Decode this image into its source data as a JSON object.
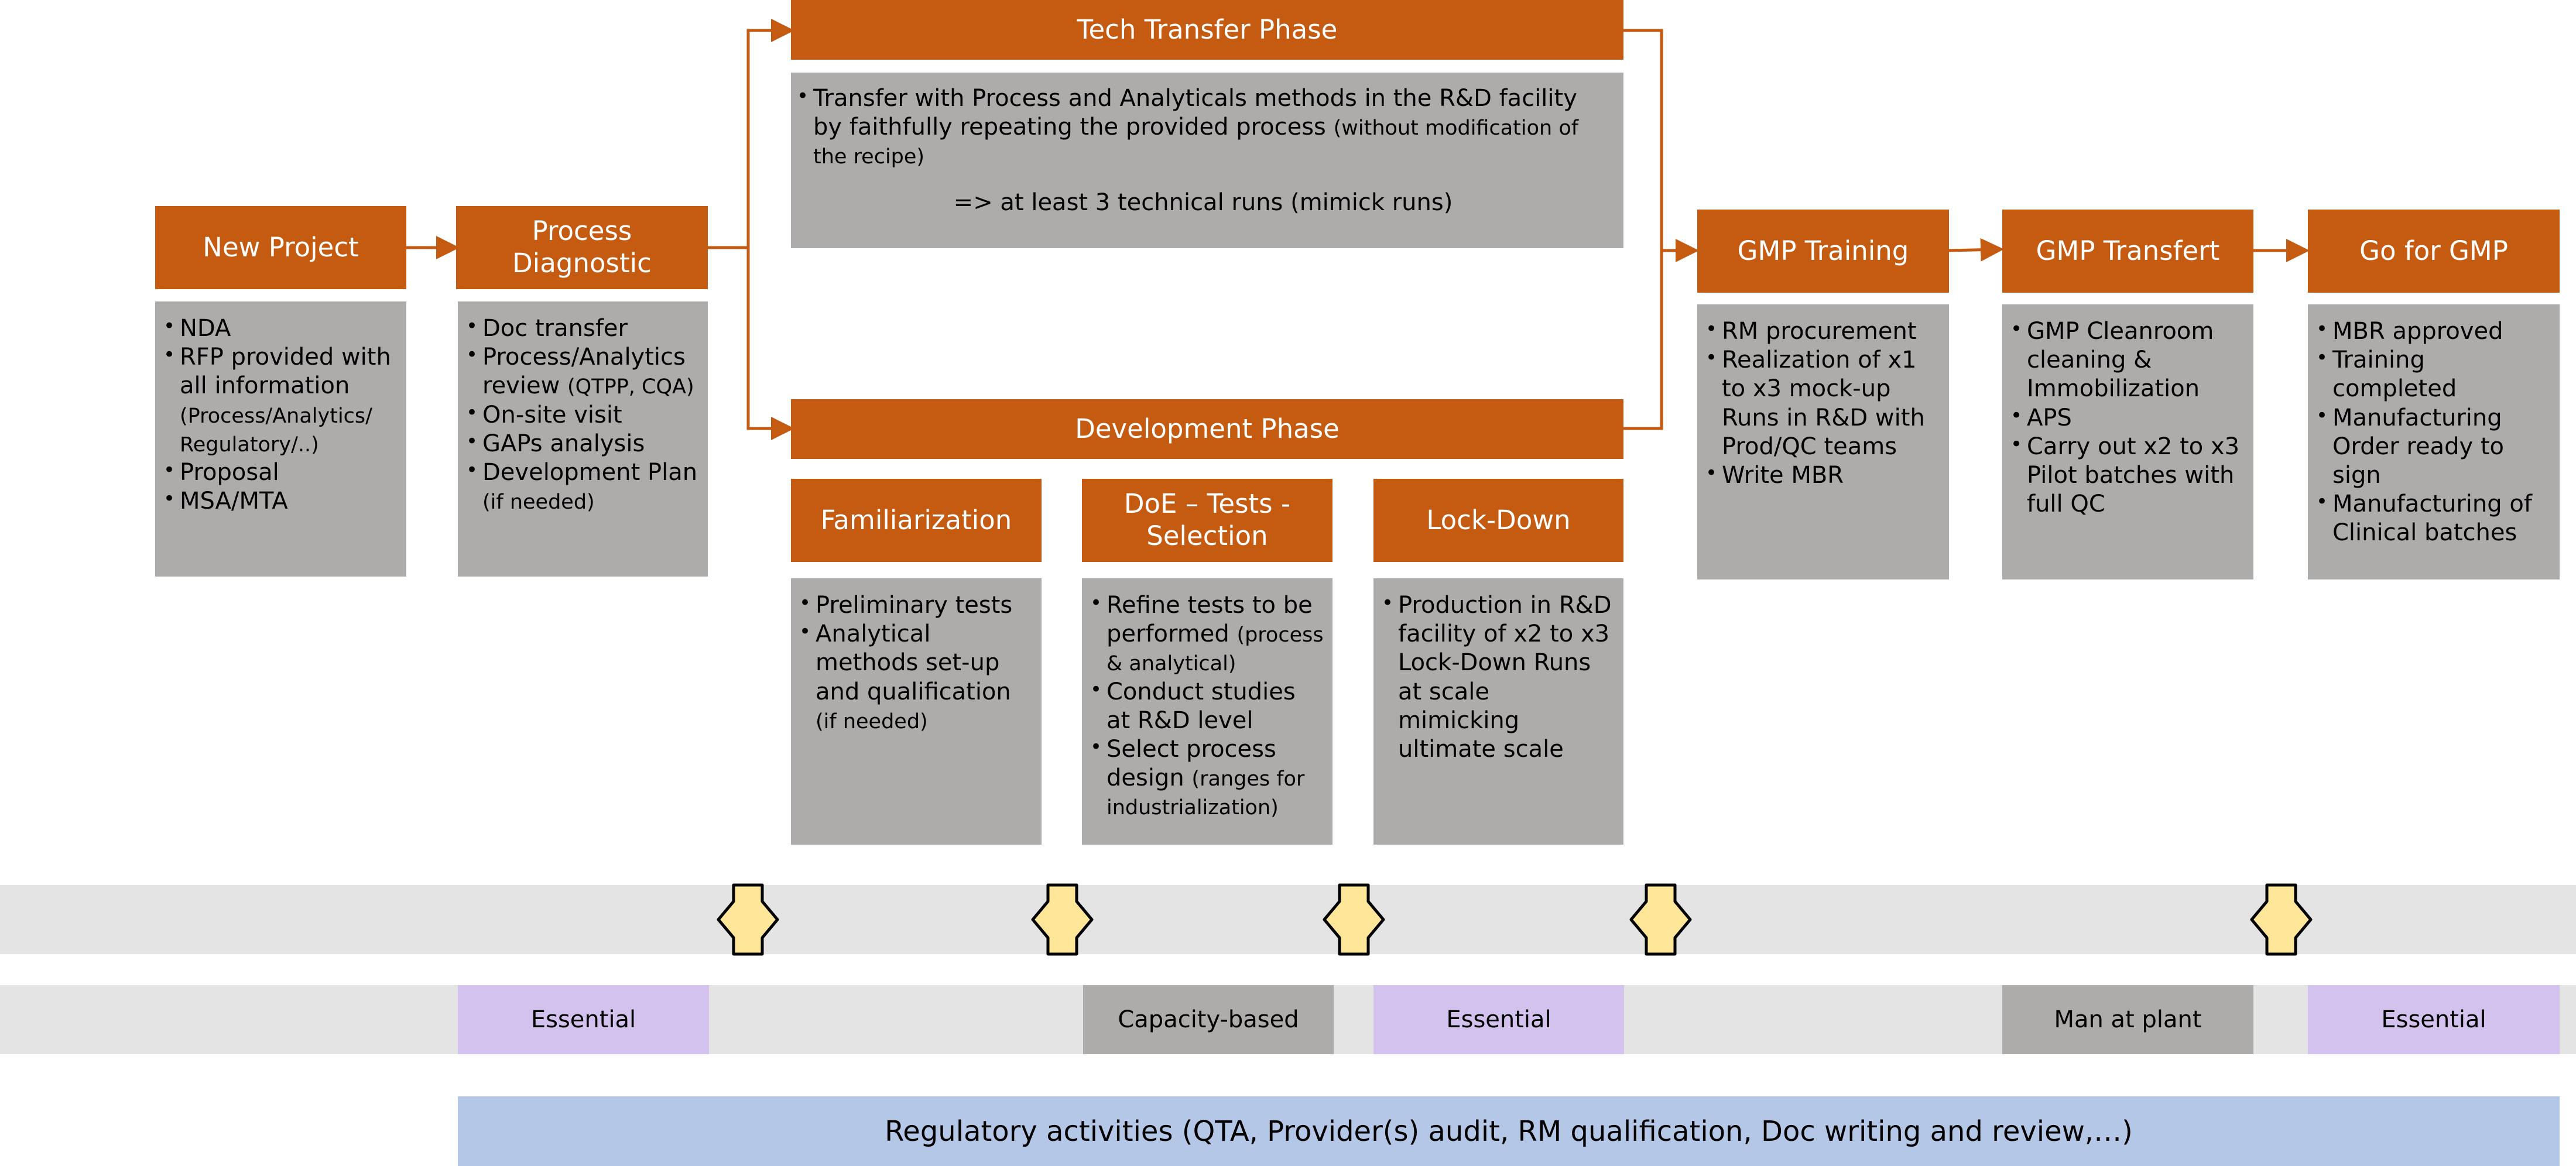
{
  "phases": {
    "new_project": {
      "title": "New Project",
      "bullets": [
        {
          "text": "NDA",
          "note": ""
        },
        {
          "text": "RFP provided with all information",
          "note": "(Process/Analytics/ Regulatory/..)"
        },
        {
          "text": "Proposal",
          "note": ""
        },
        {
          "text": "MSA/MTA",
          "note": ""
        }
      ]
    },
    "process_diagnostic": {
      "title": "Process\nDiagnostic",
      "bullets": [
        {
          "text": "Doc transfer",
          "note": ""
        },
        {
          "text": "Process/Analytics review",
          "note": "(QTPP, CQA)"
        },
        {
          "text": "On-site visit",
          "note": ""
        },
        {
          "text": "GAPs analysis",
          "note": ""
        },
        {
          "text": "Development Plan",
          "note": "(if needed)"
        }
      ]
    },
    "tech_transfer": {
      "title": "Tech Transfer Phase",
      "line1": "Transfer  with Process and Analyticals methods in the R&D facility by faithfully repeating the provided process",
      "line1_note": "(without modification of the recipe)",
      "line2": "=> at least 3 technical runs (mimick runs)"
    },
    "development": {
      "title": "Development Phase"
    },
    "familiarization": {
      "title": "Familiarization",
      "bullets": [
        {
          "text": "Preliminary tests",
          "note": ""
        },
        {
          "text": "Analytical methods set-up and qualification",
          "note": "(if needed)"
        }
      ]
    },
    "doe": {
      "title": "DoE – Tests -\nSelection",
      "bullets": [
        {
          "text": "Refine tests to be performed",
          "note": "(process & analytical)"
        },
        {
          "text": "Conduct studies at R&D level",
          "note": ""
        },
        {
          "text": "Select process design",
          "note": "(ranges for industrialization)"
        }
      ]
    },
    "lockdown": {
      "title": "Lock-Down",
      "bullets": [
        {
          "text": "Production in R&D facility of x2 to x3 Lock-Down Runs at scale mimicking ultimate scale",
          "note": ""
        }
      ]
    },
    "gmp_training": {
      "title": "GMP Training",
      "bullets": [
        {
          "text": "RM procurement",
          "note": ""
        },
        {
          "text": "Realization of x1 to x3 mock-up Runs in R&D with Prod/QC teams",
          "note": ""
        },
        {
          "text": "Write MBR",
          "note": ""
        }
      ]
    },
    "gmp_transfert": {
      "title": "GMP Transfert",
      "bullets": [
        {
          "text": "GMP Cleanroom cleaning & Immobilization",
          "note": ""
        },
        {
          "text": "APS",
          "note": ""
        },
        {
          "text": "Carry out x2 to x3 Pilot batches with full QC",
          "note": ""
        }
      ]
    },
    "go_gmp": {
      "title": "Go for GMP",
      "bullets": [
        {
          "text": "MBR approved",
          "note": ""
        },
        {
          "text": "Training completed",
          "note": ""
        },
        {
          "text": "Manufacturing Order ready to sign",
          "note": ""
        },
        {
          "text": "Manufacturing of Clinical batches",
          "note": ""
        }
      ]
    }
  },
  "tags": {
    "process_diagnostic": "Essential",
    "doe": "Capacity-based",
    "lockdown": "Essential",
    "gmp_transfert": "Man at plant",
    "go_gmp": "Essential"
  },
  "regulatory": "Regulatory activities (QTA, Provider(s) audit, RM qualification, Doc writing and review,…)",
  "colors": {
    "orange": "#c55a11",
    "grey_box": "#aeabab",
    "band": "#e4e4e4",
    "essential": "#d3c2ee",
    "regulatory": "#b4c7e7",
    "milestone": "#ffe699"
  }
}
